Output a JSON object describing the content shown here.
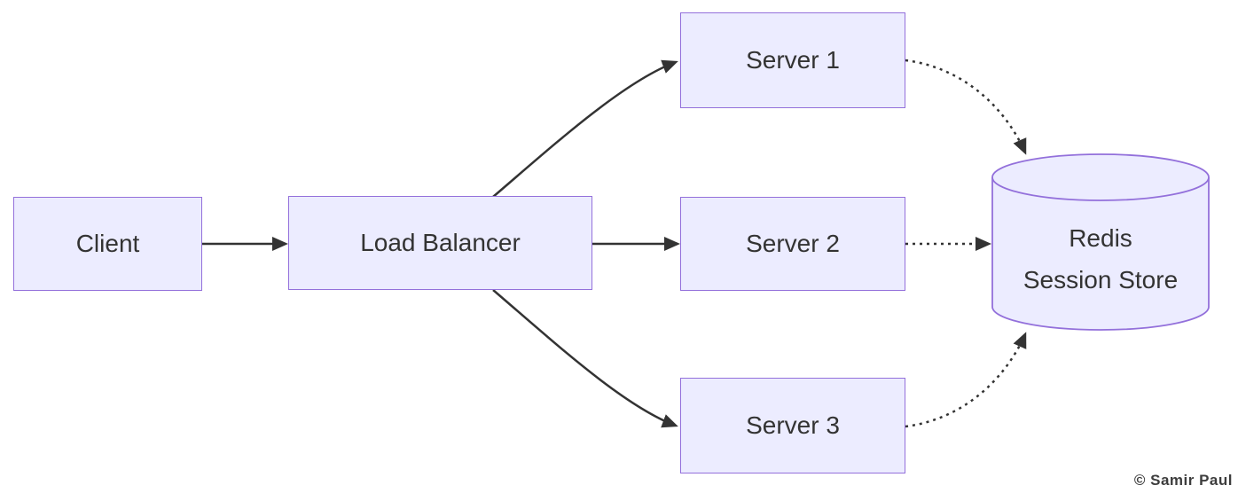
{
  "theme": {
    "background": "#ffffff",
    "node_fill": "#ECECFF",
    "node_border": "#9370DB",
    "text_color": "#333333",
    "edge_color": "#333333"
  },
  "diagram": {
    "type": "flowchart",
    "nodes": {
      "client": {
        "label": "Client",
        "shape": "rect"
      },
      "load_balancer": {
        "label": "Load Balancer",
        "shape": "rect"
      },
      "server1": {
        "label": "Server 1",
        "shape": "rect"
      },
      "server2": {
        "label": "Server 2",
        "shape": "rect"
      },
      "server3": {
        "label": "Server 3",
        "shape": "rect"
      },
      "redis": {
        "label_line1": "Redis",
        "label_line2": "Session Store",
        "shape": "cylinder"
      }
    },
    "edges": [
      {
        "from": "client",
        "to": "load_balancer",
        "style": "solid"
      },
      {
        "from": "load_balancer",
        "to": "server1",
        "style": "solid"
      },
      {
        "from": "load_balancer",
        "to": "server2",
        "style": "solid"
      },
      {
        "from": "load_balancer",
        "to": "server3",
        "style": "solid"
      },
      {
        "from": "server1",
        "to": "redis",
        "style": "dotted"
      },
      {
        "from": "server2",
        "to": "redis",
        "style": "dotted"
      },
      {
        "from": "server3",
        "to": "redis",
        "style": "dotted"
      }
    ]
  },
  "watermark": {
    "text": "© Samir Paul"
  }
}
